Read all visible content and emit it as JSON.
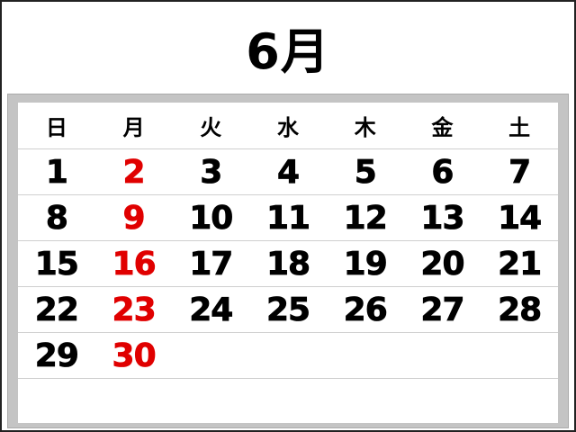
{
  "calendar": {
    "month_label": "6月",
    "weekday_headers": [
      "日",
      "月",
      "火",
      "水",
      "木",
      "金",
      "土"
    ],
    "holiday_color": "#e00000",
    "text_color": "#000000",
    "weeks": [
      [
        "1",
        "2",
        "3",
        "4",
        "5",
        "6",
        "7"
      ],
      [
        "8",
        "9",
        "10",
        "11",
        "12",
        "13",
        "14"
      ],
      [
        "15",
        "16",
        "17",
        "18",
        "19",
        "20",
        "21"
      ],
      [
        "22",
        "23",
        "24",
        "25",
        "26",
        "27",
        "28"
      ],
      [
        "29",
        "30",
        "",
        "",
        "",
        "",
        ""
      ],
      [
        "",
        "",
        "",
        "",
        "",
        "",
        ""
      ]
    ]
  }
}
